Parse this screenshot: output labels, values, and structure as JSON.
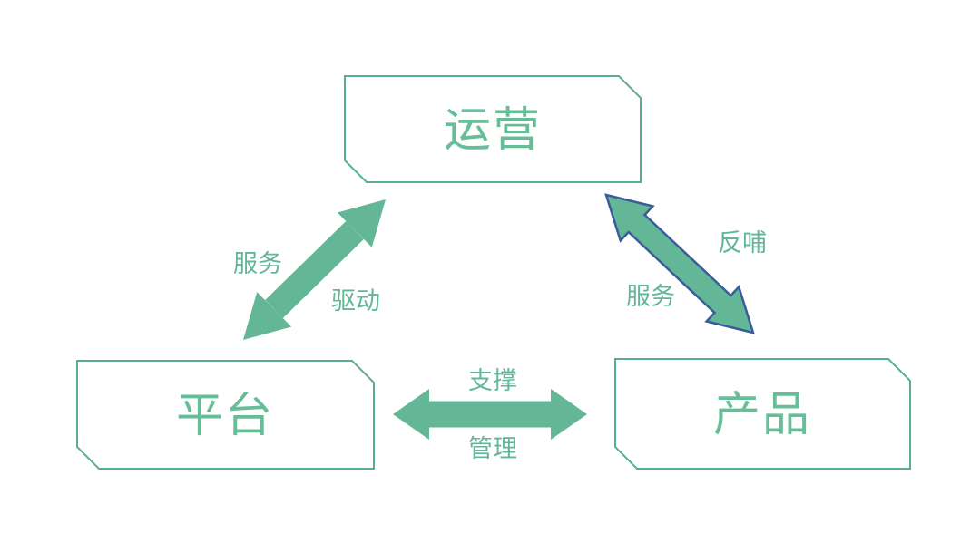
{
  "diagram": {
    "description": "Triangle relationship diagram between operations, platform and product",
    "background": "#ffffff"
  },
  "colors": {
    "green_fill": "#63b797",
    "green_text": "#68bd99",
    "box_border": "#58b08b",
    "arrow_outline_blue": "#3a5c9b",
    "background": "#ffffff"
  },
  "boxes": [
    {
      "id": "operations",
      "label": "运营"
    },
    {
      "id": "platform",
      "label": "平台"
    },
    {
      "id": "product",
      "label": "产品"
    }
  ],
  "edges": [
    {
      "id": "platform-operations",
      "between": [
        "平台",
        "运营"
      ],
      "labels": [
        "服务",
        "驱动"
      ]
    },
    {
      "id": "operations-product",
      "between": [
        "运营",
        "产品"
      ],
      "labels": [
        "反哺",
        "服务"
      ]
    },
    {
      "id": "platform-product",
      "between": [
        "平台",
        "产品"
      ],
      "labels": [
        "支撑",
        "管理"
      ]
    }
  ]
}
